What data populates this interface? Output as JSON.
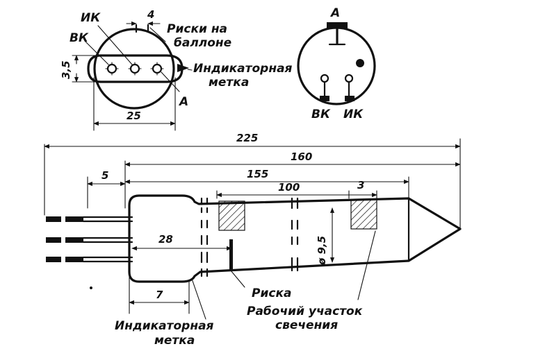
{
  "labels": {
    "ik": "ИК",
    "vk": "ВК",
    "a": "А",
    "riski_line1": "Риски на",
    "riski_line2": "баллоне",
    "indicator_line1": "Индикаторная",
    "indicator_line2": "метка",
    "base_a": "А",
    "base_vk": "ВК",
    "base_ik": "ИК",
    "riska": "Риска",
    "work_line1": "Рабочий участок",
    "work_line2": "свечения",
    "bottom_indicator_line1": "Индикаторная",
    "bottom_indicator_line2": "метка"
  },
  "dimensions": {
    "d4": "4",
    "d35": "3,5",
    "d25": "25",
    "d225": "225",
    "d160": "160",
    "d155": "155",
    "d5": "5",
    "d100": "100",
    "d3": "3",
    "d28": "28",
    "d95": "ø 9,5",
    "d7": "7"
  }
}
